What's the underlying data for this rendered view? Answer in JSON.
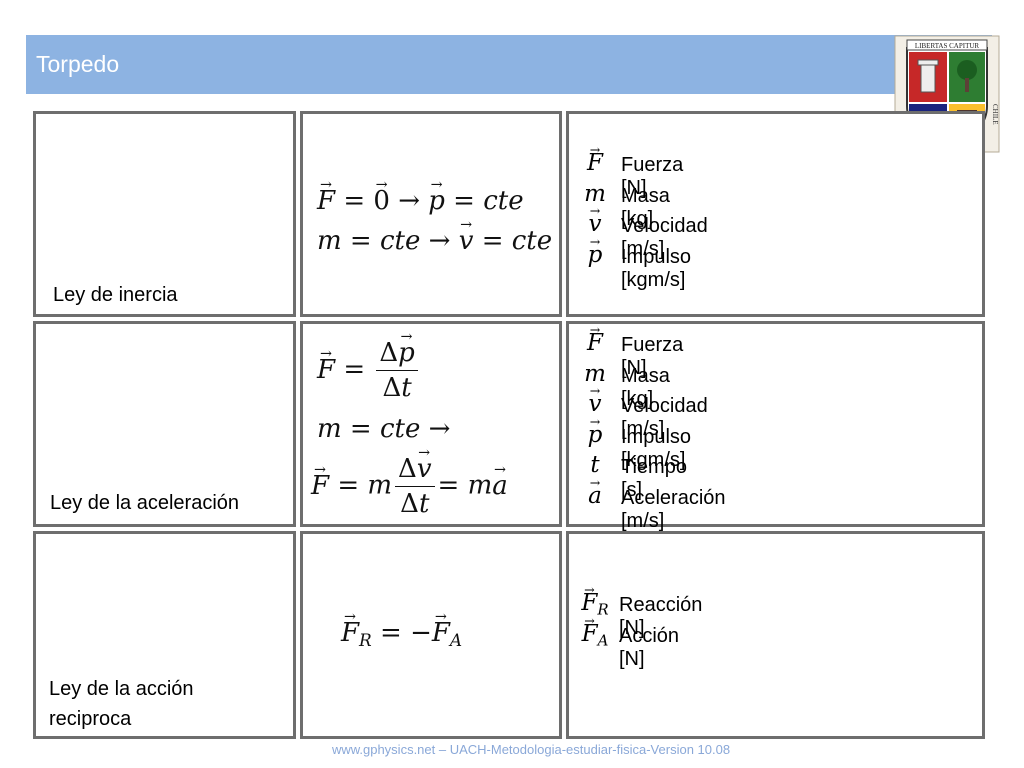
{
  "slide": {
    "title": "Torpedo",
    "footer": "www.gphysics.net – UACH-Metodologia-estudiar-fisica-Version 10.08",
    "logo": {
      "icon": "university-crest-icon",
      "banner_text": "LIBERTAS CAPITUR",
      "side_text": "CHILE"
    }
  },
  "laws": [
    {
      "name": "Ley de inercia",
      "equations": [
        "F⃗ = 0⃗ → p⃗ = cte",
        "m = cte → v⃗ = cte"
      ],
      "variables": [
        {
          "symbol": "F",
          "vector": true,
          "label": "Fuerza [N]"
        },
        {
          "symbol": "m",
          "vector": false,
          "label": "Masa [kg]"
        },
        {
          "symbol": "v",
          "vector": true,
          "label": "Velocidad [m/s]"
        },
        {
          "symbol": "p",
          "vector": true,
          "label": "Impulso [kgm/s]"
        }
      ]
    },
    {
      "name": "Ley de la aceleración",
      "equations": [
        "F⃗ = Δp⃗ / Δt",
        "m = cte →",
        "F⃗ = m Δv⃗ / Δt = m a⃗"
      ],
      "variables": [
        {
          "symbol": "F",
          "vector": true,
          "label": "Fuerza [N]"
        },
        {
          "symbol": "m",
          "vector": false,
          "label": "Masa [kg]"
        },
        {
          "symbol": "v",
          "vector": true,
          "label": "Velocidad [m/s]"
        },
        {
          "symbol": "p",
          "vector": true,
          "label": "Impulso [kgm/s]"
        },
        {
          "symbol": "t",
          "vector": false,
          "label": "Tiempo [s]"
        },
        {
          "symbol": "a",
          "vector": true,
          "label": "Aceleración [m/s]"
        }
      ]
    },
    {
      "name": "Ley de la acción reciproca",
      "name_lines": [
        "Ley de la acción",
        "reciproca"
      ],
      "equations": [
        "F⃗_R = −F⃗_A"
      ],
      "variables": [
        {
          "symbol": "F",
          "subscript": "R",
          "vector": true,
          "label": "Reacción [N]"
        },
        {
          "symbol": "F",
          "subscript": "A",
          "vector": true,
          "label": "Acción [N]"
        }
      ]
    }
  ]
}
